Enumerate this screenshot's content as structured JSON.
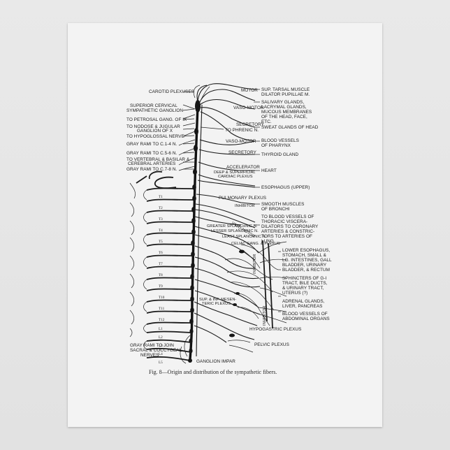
{
  "figure": {
    "left_labels": [
      "CAROTID PLEXUSES",
      "SUPERIOR CERVICAL",
      "SYMPATHETIC GANGLION",
      "TO PETROSAL GANG. OF IX",
      "TO NODOSE & JUGULAR",
      "GANGLION OF X",
      "TO HYPOGLOSSAL NERVE",
      "GRAY RAMI TO C.1-4 N.",
      "GRAY RAMI TO C.5-6 N.",
      "TO VERTEBRAL & BASILAR &",
      "CEREBRAL ARTERIES",
      "GRAY RAMI TO C.7-8 N.",
      "GRAY RAMI TO JOIN",
      "SACRAL & COCCYGEAL",
      "NERVES"
    ],
    "center_labels": [
      "TO PHRENIC N.",
      "DEEP & SUPERFICIAL",
      "CARDIAC PLEXUS",
      "PULMONARY PLEXUS",
      "GREATER SPLANCHNIC N.",
      "LESSER SPLANCHNIC N.",
      "LEAST SPLANCHNIC N.",
      "CELIAC GANG. & PLEXUS",
      "SUP. & INF. MESEN-",
      "TERIC PLEXUS",
      "HYPOGASTRIC PLEXUS",
      "PELVIC PLEXUS",
      "GANGLION IMPAR"
    ],
    "function_labels": [
      "MOTOR",
      "VASO-MOTOR",
      "SECRETORY",
      "VASO-MOTOR",
      "SECRETORY",
      "ACCELERATOR",
      "INHIBITOR",
      "VASO-MOTOR",
      "INHIBITOR",
      "INHIBITOR"
    ],
    "target_labels": [
      "SUP. TARSAL MUSCLE",
      "DILATOR PUPILLAE M.",
      "SALIVARY GLANDS,",
      "LACRYMAL GLANDS,",
      "MUCOUS MEMBRANES",
      "OF THE HEAD, FACE,",
      "ETC.",
      "SWEAT GLANDS OF HEAD",
      "BLOOD VESSELS",
      "OF PHARYNX",
      "THYROID GLAND",
      "HEART",
      "ESOPHAGUS (UPPER)",
      "SMOOTH MUSCLES",
      "OF BRONCHI",
      "TO BLOOD VESSELS OF",
      "THORACIC VISCERA-",
      "DILATORS TO CORONARY",
      "ARTERIES & CONSTRIC-",
      "TORS TO ARTERIES OF",
      "LUNG",
      "LOWER ESOPHAGUS,",
      "STOMACH, SMALL &",
      "LG. INTESTINES, GALL",
      "BLADDER, URINARY",
      "BLADDER, & RECTUM",
      "SPHINCTERS OF G-I",
      "TRACT, BILE DUCTS,",
      "& URINARY TRACT,",
      "UTERUS (?)",
      "ADRENAL GLANDS,",
      "LIVER, PANCREAS",
      "BLOOD VESSELS OF",
      "ABDOMINAL ORGANS"
    ],
    "segment_labels": [
      "T1",
      "T2",
      "T3",
      "T4",
      "T5",
      "T6",
      "T7",
      "T8",
      "T9",
      "T10",
      "T11",
      "T12",
      "L1",
      "L2",
      "L3",
      "L4",
      "L5"
    ],
    "caption": "Fig. 8—Origin and distribution of the sympathetic fibers."
  }
}
